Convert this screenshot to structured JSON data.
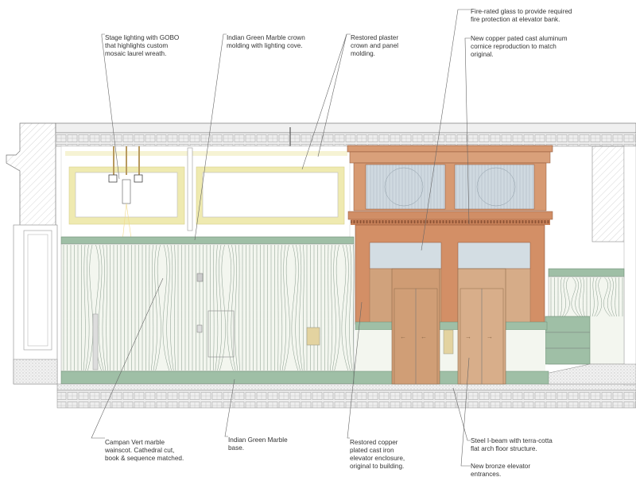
{
  "drawing": {
    "title": "Elevator lobby interior elevation",
    "colors": {
      "marble_green": "#9fbfa6",
      "wainscot": "#f3f6ef",
      "copper": "#d79a72",
      "bronze": "#d2a57e",
      "glass": "#d3dde3",
      "plaster_gold": "#efeab0",
      "slab": "#e9e9e9"
    },
    "annotations_top": [
      {
        "id": "stage-lighting",
        "lines": [
          "Stage lighting with GOBO",
          "that highlights custom",
          "mosaic laurel wreath."
        ]
      },
      {
        "id": "crown-molding",
        "lines": [
          "Indian Green Marble crown",
          "molding with lighting cove."
        ]
      },
      {
        "id": "plaster-crown",
        "lines": [
          "Restored plaster",
          "crown and panel",
          "molding."
        ]
      },
      {
        "id": "fire-glass",
        "lines": [
          "Fire-rated glass to provide required",
          "fire protection at elevator bank."
        ]
      },
      {
        "id": "copper-cornice",
        "lines": [
          "New copper pated cast aluminum",
          "cornice reproduction to match",
          "original."
        ]
      }
    ],
    "annotations_bottom": [
      {
        "id": "campan-vert",
        "lines": [
          "Campan Vert marble",
          "wainscot.  Cathedral cut,",
          "book & sequence matched."
        ]
      },
      {
        "id": "green-base",
        "lines": [
          "Indian Green Marble",
          "base."
        ]
      },
      {
        "id": "elevator-enclosure",
        "lines": [
          "Restored copper",
          "plated cast iron",
          "elevator enclosure,",
          "original to building."
        ]
      },
      {
        "id": "steel-beam",
        "lines": [
          "Steel I-beam with terra-cotta",
          "flat arch floor structure."
        ]
      },
      {
        "id": "bronze-entrances",
        "lines": [
          "New bronze elevator",
          "entrances."
        ]
      }
    ]
  }
}
